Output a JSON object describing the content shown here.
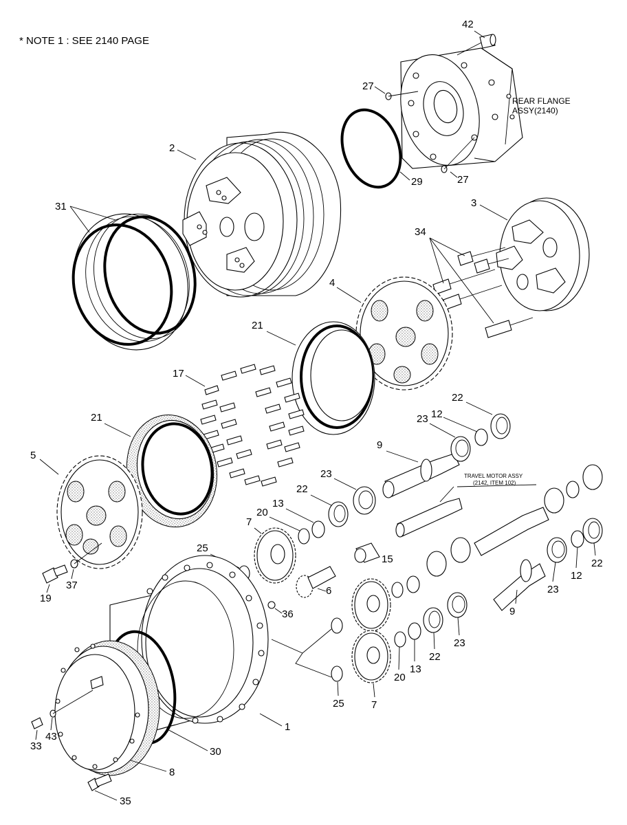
{
  "note": "* NOTE 1 :  SEE 2140 PAGE",
  "rear_flange_label": [
    "REAR FLANGE",
    "ASSY(2140)"
  ],
  "travel_motor_label": [
    "TRAVEL MOTOR ASSY",
    "(2142, ITEM 102)"
  ],
  "callouts": {
    "c42": "42",
    "c27a": "27",
    "c27b": "27",
    "c2": "2",
    "c29": "29",
    "c31": "31",
    "c3": "3",
    "c34": "34",
    "c4": "4",
    "c21a": "21",
    "c17": "17",
    "c22a": "22",
    "c23a": "23",
    "c12a": "12",
    "c21b": "21",
    "c5": "5",
    "c9a": "9",
    "c23b": "23",
    "c22b": "22",
    "c13a": "13",
    "c20a": "20",
    "c7a": "7",
    "c25a": "25",
    "c15": "15",
    "c19": "19",
    "c37": "37",
    "c6": "6",
    "c36": "36",
    "c22c": "22",
    "c12b": "12",
    "c23c": "23",
    "c9b": "9",
    "c23d": "23",
    "c22d": "22",
    "c13b": "13",
    "c20b": "20",
    "c7b": "7",
    "c25b": "25",
    "c1": "1",
    "c33": "33",
    "c43": "43",
    "c30": "30",
    "c8": "8",
    "c35": "35"
  }
}
